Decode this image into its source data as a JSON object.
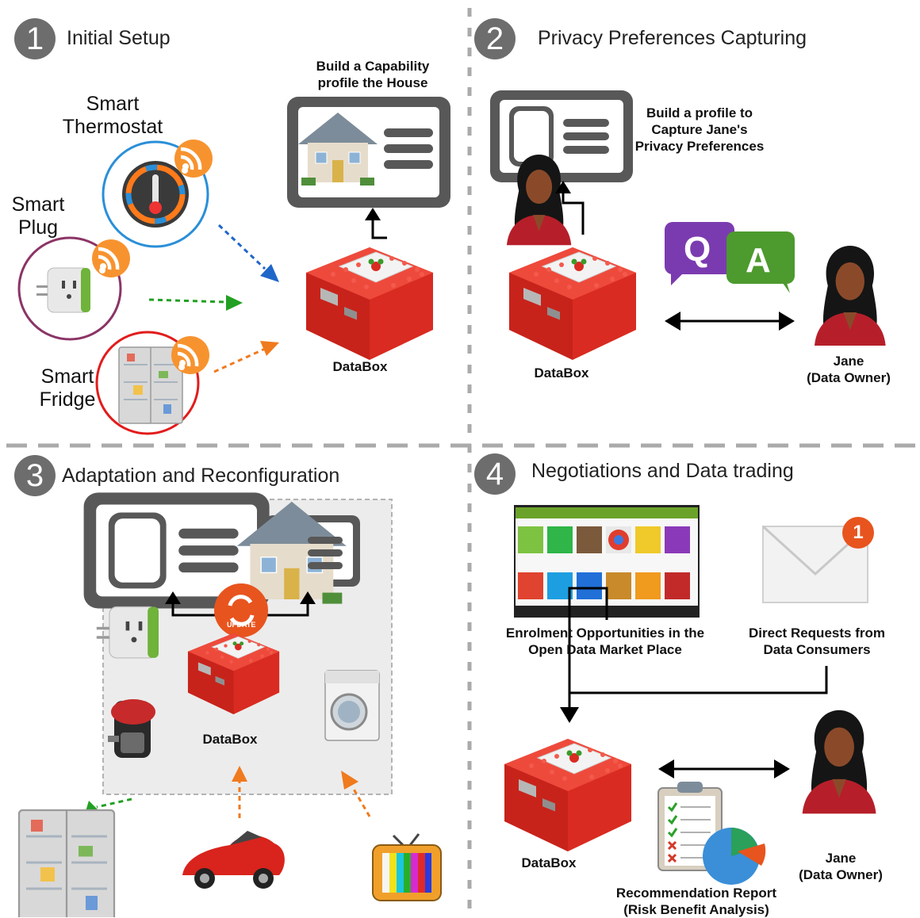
{
  "panels": [
    {
      "number": "1",
      "title": "Initial Setup"
    },
    {
      "number": "2",
      "title": "Privacy Preferences Capturing"
    },
    {
      "number": "3",
      "title": "Adaptation and Reconfiguration"
    },
    {
      "number": "4",
      "title": "Negotiations and Data trading"
    }
  ],
  "p1": {
    "thermostat": [
      "Smart",
      "Thermostat"
    ],
    "plug": [
      "Smart",
      "Plug"
    ],
    "fridge": [
      "Smart",
      "Fridge"
    ],
    "capability": [
      "Build a Capability",
      "profile the House"
    ],
    "databox": "DataBox"
  },
  "p2": {
    "profile": [
      "Build a profile to",
      "Capture Jane's",
      "Privacy Preferences"
    ],
    "databox": "DataBox",
    "jane": [
      "Jane",
      "(Data Owner)"
    ],
    "q_letter": "Q",
    "a_letter": "A"
  },
  "p3": {
    "databox": "DataBox",
    "update": "UPDATE"
  },
  "p4": {
    "enrolment": [
      "Enrolment Opportunities in the",
      "Open Data Market Place"
    ],
    "direct": [
      "Direct Requests from",
      "Data Consumers"
    ],
    "databox": "DataBox",
    "jane": [
      "Jane",
      "(Data Owner)"
    ],
    "report": [
      "Recommendation Report",
      "(Risk Benefit Analysis)"
    ],
    "notification_count": "1"
  },
  "colors": {
    "divider": "#aaaaaa",
    "badge": "#6d6d6d",
    "databox_red": "#e23a2e",
    "thermostat_ring": "#2a8fd8",
    "plug_ring": "#8b3466",
    "fridge_ring": "#e21c1c",
    "arrow_blue": "#1f66c9",
    "arrow_green": "#22a022",
    "arrow_orange": "#f07a1e"
  }
}
